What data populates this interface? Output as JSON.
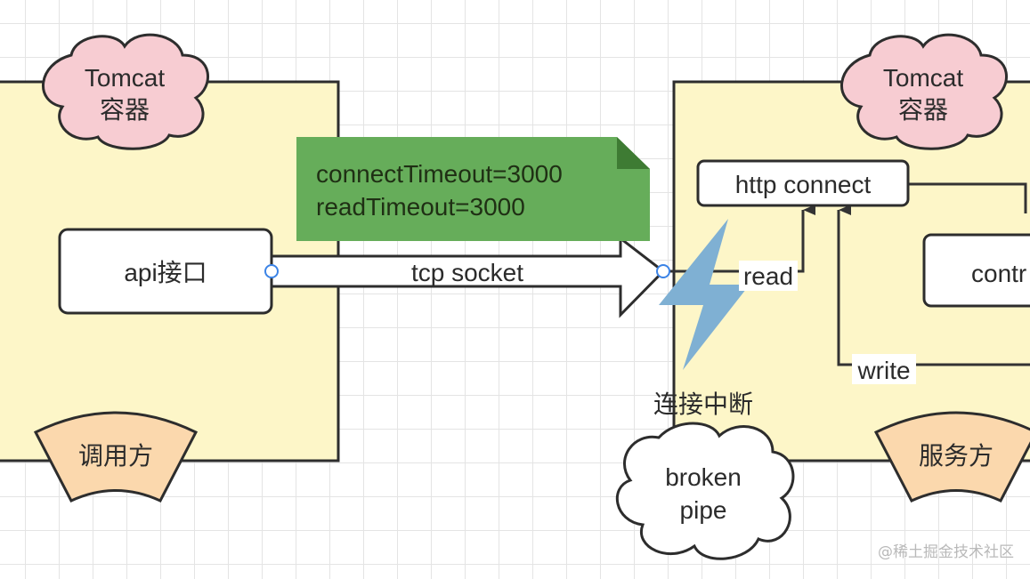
{
  "left_container": {
    "badge": {
      "line1": "Tomcat",
      "line2": "容器"
    },
    "api_label": "api接口",
    "role_label": "调用方"
  },
  "right_container": {
    "badge": {
      "line1": "Tomcat",
      "line2": "容器"
    },
    "http_label": "http connect",
    "controller_label": "contr",
    "role_label": "服务方"
  },
  "note": {
    "line1": "connectTimeout=3000",
    "line2": "readTimeout=3000"
  },
  "connection": {
    "label": "tcp socket"
  },
  "edges": {
    "read_label": "read",
    "write_label": "write"
  },
  "break": {
    "label": "连接中断",
    "cloud_line1": "broken",
    "cloud_line2": "pipe"
  },
  "colors": {
    "container_fill": "#fdf6c8",
    "badge_fill": "#f7ccd2",
    "role_fill": "#fbd8ad",
    "note_fill": "#66ad5a",
    "note_fold": "#3e7b33",
    "bolt_fill": "#7fb0d3",
    "connector": "#3b83e6"
  },
  "watermark": "@稀土掘金技术社区"
}
